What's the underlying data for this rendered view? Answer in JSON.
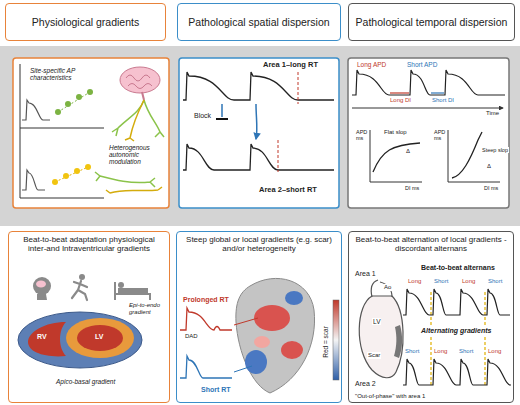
{
  "diagram": {
    "nodes": [
      {
        "text": [
          "Physiological gradients"
        ]
      },
      {
        "text": [
          "Pathological spatial dispersion"
        ]
      },
      {
        "text": [
          "Pathological temporal dispersion"
        ]
      },
      {
        "text": [
          "Beat-to-beat adaptation physiological inter-and Intraventricular gradients"
        ]
      },
      {
        "text": [
          "Steep global or local gradients (e.g. scar) and/or heterogeneity"
        ]
      },
      {
        "text": [
          "Beat-to-beat alternation of local gradients - discordant alternans"
        ]
      }
    ],
    "labels": [
      "Site-specific AP characteristics",
      "Heterogenous autonomic modulation",
      "Area 1–long RT",
      "Block",
      "Area 2–short RT",
      "Long APD",
      "Short APD",
      "Long DI",
      "Short DI",
      "Time",
      "APD ms",
      "Flat slop",
      "Δ",
      "DI ms",
      "APD ms",
      "Steep slop",
      "Δ",
      "DI ms",
      "RV",
      "LV",
      "Epi-to-endo gradient",
      "Apico-basal gradient",
      "Prolonged RT",
      "DAD",
      "Short RT",
      "Red = scar",
      "Beat-to-beat alternans",
      "Area 1",
      "Long",
      "Short",
      "Long",
      "Short",
      "Ao",
      "LV",
      "Scar",
      "Alternating gradients",
      "Short",
      "Long",
      "Short",
      "Long",
      "Area 2",
      "\"Out-of-phase\" with area 1"
    ]
  }
}
